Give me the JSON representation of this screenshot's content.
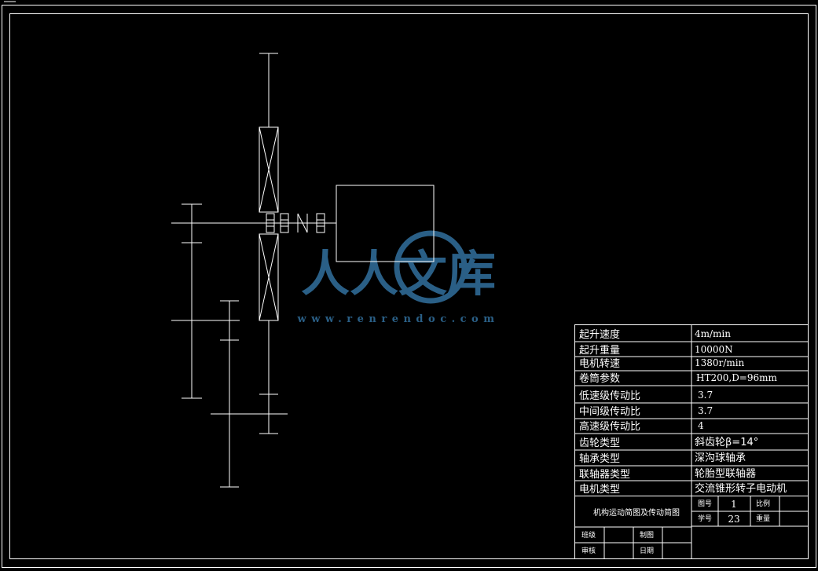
{
  "params": [
    {
      "label": "起升速度",
      "value": "4m/min"
    },
    {
      "label": "起升重量",
      "value": "10000N"
    },
    {
      "label": "电机转速",
      "value": "1380r/min"
    },
    {
      "label": "卷筒参数",
      "value": "HT200,D=96mm"
    },
    {
      "label": "低速级传动比",
      "value": "3.7"
    },
    {
      "label": "中间级传动比",
      "value": "3.7"
    },
    {
      "label": "高速级传动比",
      "value": "4"
    },
    {
      "label": "齿轮类型",
      "value": "斜齿轮β=14°"
    },
    {
      "label": "轴承类型",
      "value": "深沟球轴承"
    },
    {
      "label": "联轴器类型",
      "value": "轮胎型联轴器"
    },
    {
      "label": "电机类型",
      "value": "交流锥形转子电动机"
    }
  ],
  "title_block": {
    "drawing_title": "机构运动简图及传动简图",
    "fig_no_label": "图号",
    "fig_no": "1",
    "scale_label": "比例",
    "student_no_label": "学号",
    "student_no": "23",
    "weight_label": "重量",
    "class_label": "班级",
    "drawn_label": "制图",
    "review_label": "审核",
    "date_label": "日期"
  },
  "watermark": {
    "text_cn": "人人文库",
    "url": "www.renrendoc.com",
    "color": "#2a5f86"
  }
}
